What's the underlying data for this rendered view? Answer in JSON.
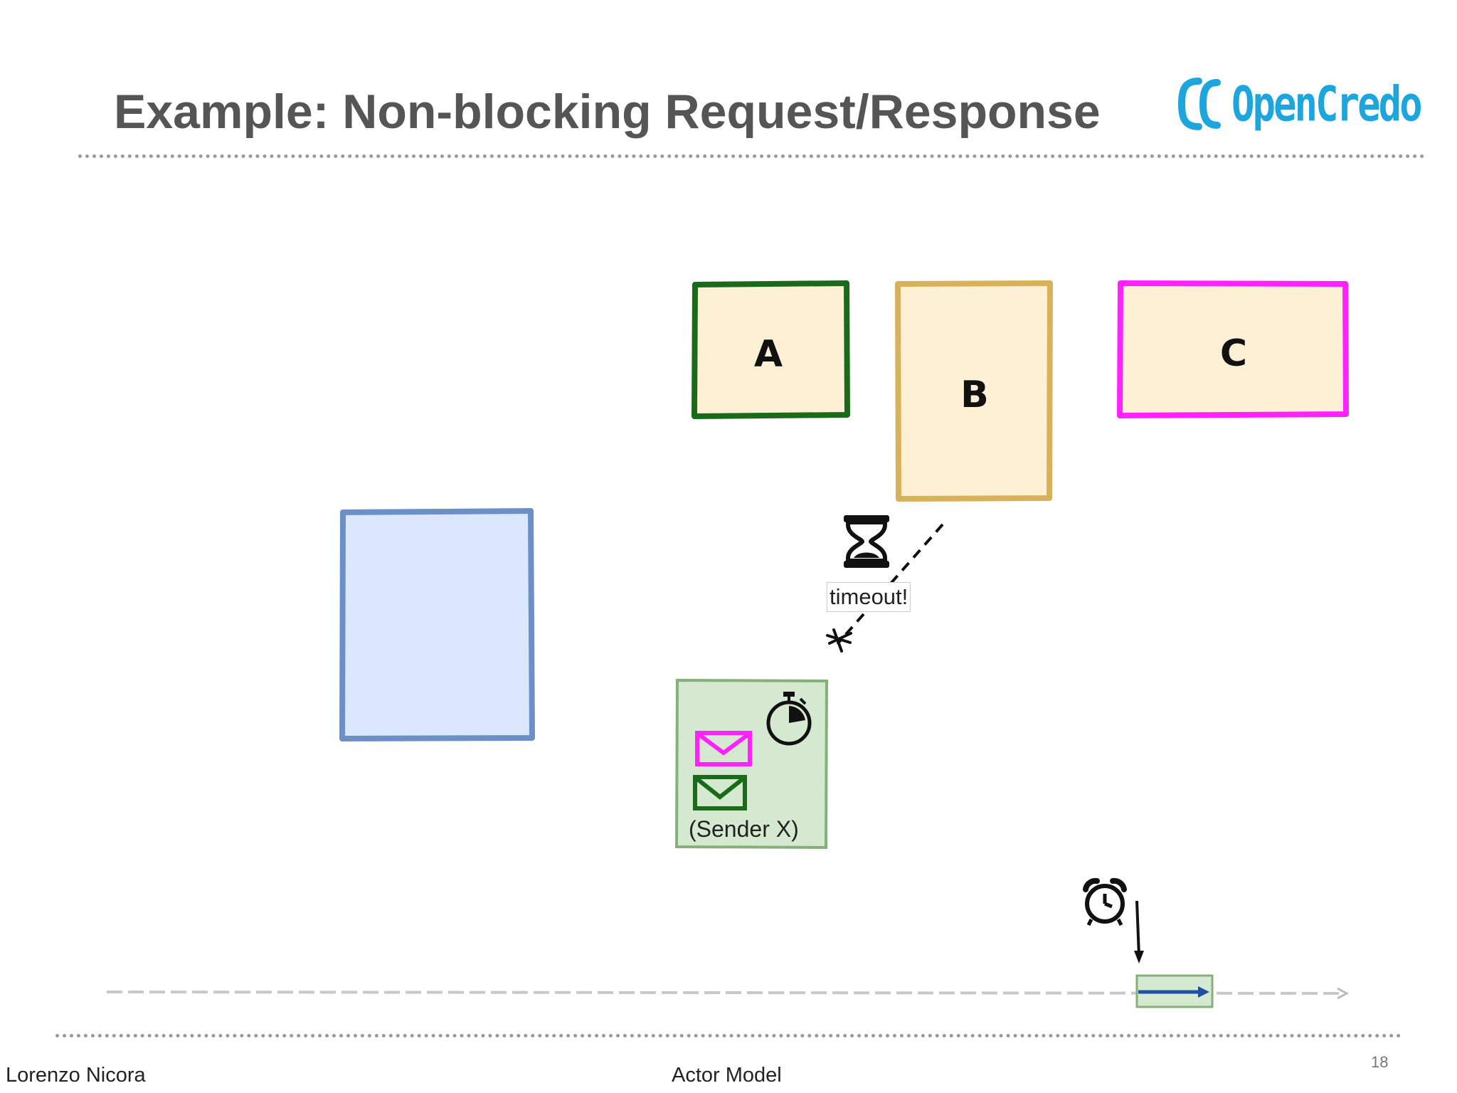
{
  "slide": {
    "title": "Example: Non-blocking Request/Response",
    "logo": {
      "mark": "OC",
      "text": "OpenCredo",
      "color": "#1da6de"
    },
    "page_number": "18"
  },
  "diagram": {
    "actors": [
      {
        "label": "A",
        "fill": "#fdf0d4",
        "border": "#1a6a1a"
      },
      {
        "label": "B",
        "fill": "#fdf0d4",
        "border": "#d7b25a"
      },
      {
        "label": "C",
        "fill": "#fdf0d4",
        "border": "#ff22ff"
      },
      {
        "label": "",
        "fill": "#dbe7fc",
        "border": "#6d8fc8"
      }
    ],
    "timeout_label": "timeout!",
    "mailbox": {
      "sender_label": "(Sender X)",
      "fill": "#d5e9d0",
      "border": "#86b07a",
      "message_colors": [
        "#ff22ff",
        "#1a6a1a"
      ],
      "icons": [
        "stopwatch-icon",
        "envelope-icon",
        "envelope-icon"
      ]
    },
    "timeline": {
      "icons": [
        "alarm-clock-icon",
        "hourglass-icon"
      ],
      "message_box_fill": "#d5e9d0",
      "arrow_color": "#1e4fa0"
    }
  },
  "footer": {
    "author": "Lorenzo Nicora",
    "topic": "Actor Model"
  }
}
